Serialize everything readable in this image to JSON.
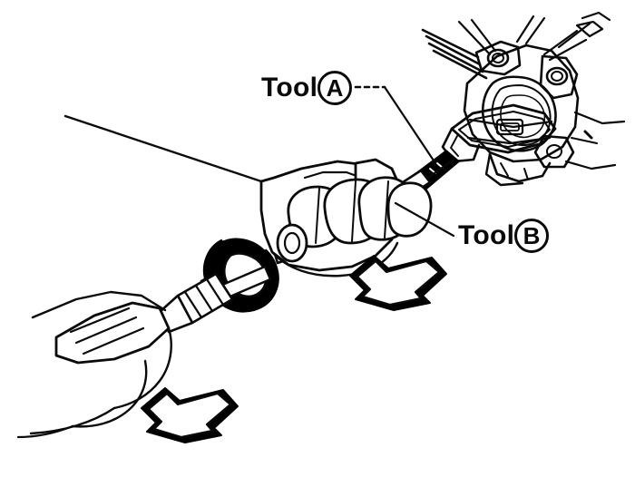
{
  "figure": {
    "kind": "technical-line-illustration",
    "domain": "automotive service manual",
    "background_color": "#ffffff",
    "ink_color": "#0a0a0a",
    "description": "Two gloved hands operating a slide hammer attached to a puller adapter mounted on a steering knuckle / hub assembly. Two solid black block arrows show the direction of the slide-hammer blow."
  },
  "labels": {
    "tool_a": {
      "text": "Tool",
      "badge": "A"
    },
    "tool_b": {
      "text": "Tool",
      "badge": "B"
    }
  },
  "callouts": [
    {
      "name": "tool-a-leader",
      "from_label": "Tool A",
      "points_to": "puller adapter / threaded stud at the knuckle",
      "style": "dashed-then-solid"
    },
    {
      "name": "tool-b-leader",
      "from_label": "Tool B",
      "points_to": "slide hammer shaft held in the upper hand",
      "style": "solid"
    }
  ],
  "arrows": [
    {
      "name": "arrow-upper",
      "direction": "down-left",
      "style": "solid-black-block-arrow"
    },
    {
      "name": "arrow-lower",
      "direction": "down-left",
      "style": "solid-black-block-arrow"
    }
  ],
  "parts": [
    {
      "name": "knuckle-assembly",
      "note": "hub / steering knuckle casting at upper right"
    },
    {
      "name": "puller-tool",
      "note": "bridge puller clamped across the hub face"
    },
    {
      "name": "slide-hammer-shaft",
      "note": "long round bar running lower-left to upper-right"
    },
    {
      "name": "slide-hammer-weight",
      "note": "black collar / sliding weight on the shaft"
    },
    {
      "name": "slide-hammer-handle",
      "note": "ridged grip at the lower-left end"
    },
    {
      "name": "upper-hand",
      "note": "hand gripping the shaft and the sliding weight"
    },
    {
      "name": "lower-hand",
      "note": "hand gripping the handle end"
    },
    {
      "name": "black-adapter",
      "note": "dark threaded adapter joining hammer to puller"
    }
  ],
  "colors": {
    "ink": "#0a0a0a",
    "fill_black": "#000000",
    "paper": "#ffffff"
  }
}
